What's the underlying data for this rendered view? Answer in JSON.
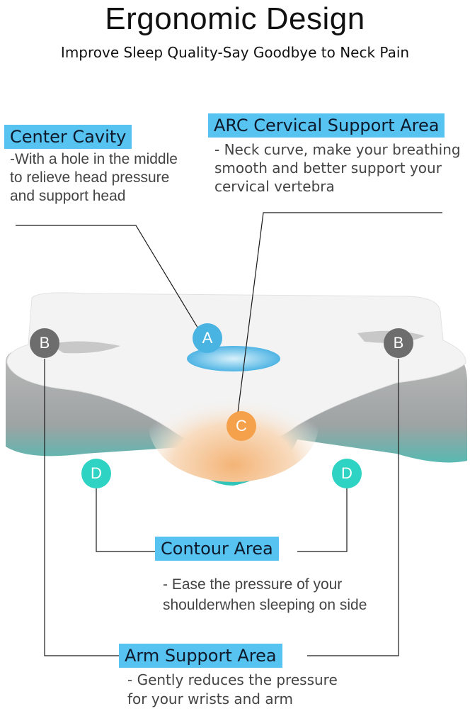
{
  "header": {
    "title": "Ergonomic Design",
    "subtitle": "Improve Sleep  Quality-Say Goodbye to Neck Pain"
  },
  "callouts": {
    "center_cavity": {
      "label": "Center Cavity",
      "lines": [
        "-With a hole in the middle",
        "to relieve head pressure",
        "and support head"
      ]
    },
    "arc_support": {
      "label": "ARC Cervical Support Area",
      "lines": [
        "- Neck curve, make your breathing",
        "smooth and better support your",
        "cervical vertebra"
      ]
    },
    "contour_area": {
      "label": "Contour Area",
      "lines": [
        "- Ease the pressure of your",
        "shoulderwhen sleeping on side"
      ]
    },
    "arm_support": {
      "label": "Arm Support Area",
      "lines": [
        "- Gently reduces the pressure",
        "for your wrists and arm"
      ]
    }
  },
  "badges": {
    "a": {
      "letter": "A",
      "color": "#49b3e2"
    },
    "b_left": {
      "letter": "B",
      "color": "#6d6d6d"
    },
    "b_right": {
      "letter": "B",
      "color": "#6d6d6d"
    },
    "c": {
      "letter": "C",
      "color": "#f5a04a"
    },
    "d_left": {
      "letter": "D",
      "color": "#2ed3c3"
    },
    "d_right": {
      "letter": "D",
      "color": "#2ed3c3"
    }
  },
  "colors": {
    "label_bg": "#57c3f0",
    "pillow_white": "#f4f4f4",
    "pillow_gray": "#a9a9a9",
    "pillow_teal": "#35c7bf",
    "warm_center": "#f6c08a"
  }
}
